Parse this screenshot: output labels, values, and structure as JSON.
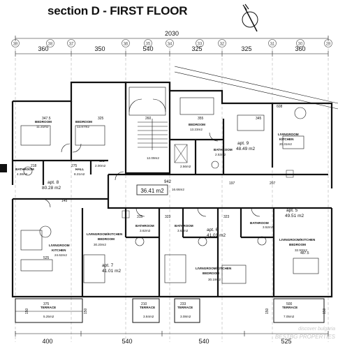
{
  "title": "section D - FIRST FLOOR",
  "total_dim": "2030",
  "top_dims": [
    "360",
    "350",
    "540",
    "325",
    "325",
    "360"
  ],
  "bottom_dims": [
    "400",
    "540",
    "540",
    "525"
  ],
  "grid_labels": [
    "39",
    "38",
    "37",
    "36",
    "35",
    "34",
    "33",
    "32",
    "31",
    "30",
    "29"
  ],
  "rooms": {
    "bedroom_1": {
      "name": "BEDROOM",
      "area": "11.31m2"
    },
    "bedroom_2": {
      "name": "BEDROOM",
      "area": "13.87m2"
    },
    "bedroom_3": {
      "name": "BEDROOM",
      "area": "13.23m2"
    },
    "livingroom_9": {
      "name": "LIVINGROOM",
      "sub": "KITCHEN",
      "area": "20.31m2"
    },
    "bath_8": {
      "name": "BATHROOM",
      "area": "4.38m2"
    },
    "hall_8": {
      "name": "HALL",
      "area": "8.21m2"
    },
    "wc": {
      "name": "WC",
      "area": "2.00m2"
    },
    "bath_9": {
      "name": "BATHROOM",
      "area": "2.53m2"
    },
    "lift_area": "12.09m2",
    "shaft_area": "2.56m2",
    "corridor_small": "16.66m2",
    "corridor": {
      "area": "36.41 m2",
      "dim": "942"
    },
    "living_left": {
      "name": "LIVINGROOM",
      "sub": "KITCHEN",
      "area": "24.62m2"
    },
    "living_7": {
      "name": "LIVINGROOM/KITCHEN",
      "sub": "BEDROOM",
      "area": "30.20m2"
    },
    "living_6": {
      "name": "LIVINGROOM/KITCHEN",
      "sub": "BEDROOM",
      "area": "30.19m2"
    },
    "living_5": {
      "name": "LIVINGROOM/KITCHEN",
      "sub": "BEDROOM",
      "area": "32.93m2"
    },
    "bath_7": {
      "name": "BATHROOM",
      "area": "3.62m2"
    },
    "bath_6": {
      "name": "BATHROOM",
      "area": "3.62m2"
    },
    "bath_5": {
      "name": "BATHROOM",
      "area": "3.52m2"
    },
    "terrace_1": {
      "name": "TERRACE",
      "area": "5.25m2"
    },
    "terrace_2": {
      "name": "TERRACE",
      "area": "3.84m2"
    },
    "terrace_3": {
      "name": "TERRACE",
      "area": "3.08m2"
    },
    "terrace_4": {
      "name": "TERRACE",
      "area": "7.05m2"
    }
  },
  "apartments": {
    "apt8": {
      "label": "apt. 8",
      "area": "80.28 m2"
    },
    "apt9": {
      "label": "apt. 9",
      "area": "48.49 m2"
    },
    "apt7": {
      "label": "apt. 7",
      "area": "41.01 m2"
    },
    "apt6": {
      "label": "apt. 6",
      "area": "41.01 m2"
    },
    "apt5": {
      "label": "apt. 5",
      "area": "49.51 m2"
    }
  },
  "small_dims": {
    "d3475": "347.5",
    "d325": "325",
    "d260": "260",
    "d355": "355",
    "d345": "345",
    "d608": "608",
    "d218": "218",
    "d275": "275",
    "d197": "197",
    "d207": "207",
    "d315": "315",
    "d145": "145",
    "d525": "525",
    "d323": "323",
    "d323b": "323",
    "d4875": "487.5",
    "d375": "375",
    "d210": "210",
    "d233": "233",
    "d500": "500",
    "d150a": "150",
    "d150b": "150",
    "d150c": "150",
    "d150d": "150"
  },
  "watermark": {
    "line1": "discover bulgaria",
    "line2": "BESTBG PROPERTIES"
  }
}
